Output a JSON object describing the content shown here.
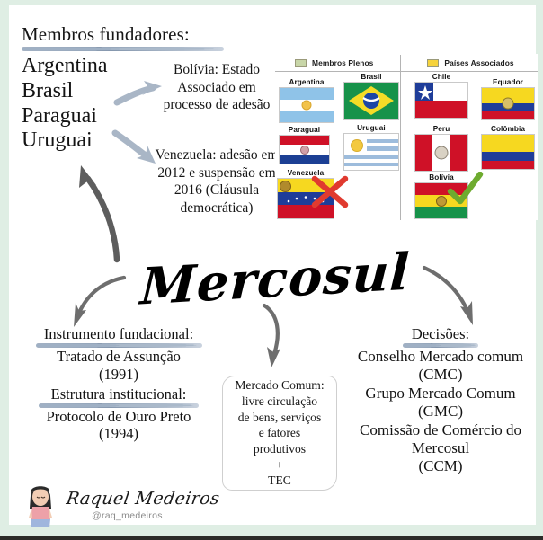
{
  "colors": {
    "frame": "#dfeee4",
    "sheet": "#ffffff",
    "arrow_light": "#a9b6c6",
    "arrow_dark": "#5d5d5d",
    "x_mark": "#e03a2f",
    "check_mark": "#6eab2f",
    "legend_green": "#c8d6a8",
    "legend_yellow": "#f6d33c"
  },
  "founders": {
    "heading": "Membros fundadores:",
    "countries": [
      "Argentina",
      "Brasil",
      "Paraguai",
      "Uruguai"
    ]
  },
  "notes": {
    "bolivia": "Bolívia: Estado Associado em processo de adesão",
    "venezuela": "Venezuela: adesão em 2012 e suspensão em 2016 (Cláusula democrática)"
  },
  "flags_panel": {
    "legend": [
      {
        "label": "Membros Plenos",
        "swatch": "green-swatch-icon"
      },
      {
        "label": "Países Associados",
        "swatch": "yellow-swatch-icon"
      }
    ],
    "full_members": [
      {
        "name": "Argentina",
        "status": ""
      },
      {
        "name": "Brasil",
        "status": ""
      },
      {
        "name": "Paraguai",
        "status": ""
      },
      {
        "name": "Uruguai",
        "status": ""
      },
      {
        "name": "Venezuela",
        "status": "suspended",
        "overlay": "x-mark-icon"
      }
    ],
    "associated": [
      {
        "name": "Chile",
        "status": ""
      },
      {
        "name": "Equador",
        "status": ""
      },
      {
        "name": "Peru",
        "status": ""
      },
      {
        "name": "Colômbia",
        "status": ""
      },
      {
        "name": "Bolívia",
        "status": "joining",
        "overlay": "check-mark-icon"
      }
    ]
  },
  "title": "Mercosul",
  "left_block": {
    "heading1": "Instrumento fundacional:",
    "line1": "Tratado de Assunção",
    "line2": "(1991)",
    "heading2": "Estrutura institucional:",
    "line3": "Protocolo de Ouro Preto",
    "line4": "(1994)"
  },
  "center_box": {
    "line1": "Mercado Comum:",
    "line2": "livre circulação",
    "line3": "de bens, serviços",
    "line4": "e fatores",
    "line5": "produtivos",
    "line6": "+",
    "line7": "TEC"
  },
  "right_block": {
    "heading": "Decisões:",
    "line1": "Conselho Mercado comum",
    "line2": "(CMC)",
    "line3": "Grupo Mercado Comum",
    "line4": "(GMC)",
    "line5": "Comissão de Comércio do",
    "line6": "Mercosul",
    "line7": "(CCM)"
  },
  "signature": {
    "name": "Raquel Medeiros",
    "handle": "@raq_medeiros"
  }
}
